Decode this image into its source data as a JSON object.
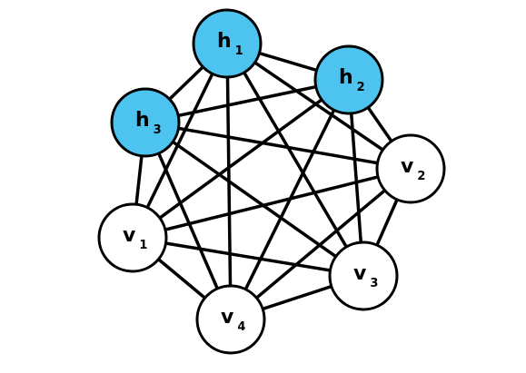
{
  "colors": {
    "hidden_fill": "#4cc4ef",
    "visible_fill": "#ffffff",
    "edge": "#000000",
    "outline": "#000000"
  },
  "nodes": [
    {
      "id": "h1",
      "letter": "h",
      "index": "1",
      "kind": "hidden"
    },
    {
      "id": "h2",
      "letter": "h",
      "index": "2",
      "kind": "hidden"
    },
    {
      "id": "h3",
      "letter": "h",
      "index": "3",
      "kind": "hidden"
    },
    {
      "id": "v1",
      "letter": "v",
      "index": "1",
      "kind": "visible"
    },
    {
      "id": "v2",
      "letter": "v",
      "index": "2",
      "kind": "visible"
    },
    {
      "id": "v3",
      "letter": "v",
      "index": "3",
      "kind": "visible"
    },
    {
      "id": "v4",
      "letter": "v",
      "index": "4",
      "kind": "visible"
    }
  ],
  "edges": [
    [
      "h1",
      "h2"
    ],
    [
      "h1",
      "h3"
    ],
    [
      "h1",
      "v1"
    ],
    [
      "h1",
      "v2"
    ],
    [
      "h1",
      "v3"
    ],
    [
      "h1",
      "v4"
    ],
    [
      "h2",
      "h3"
    ],
    [
      "h2",
      "v1"
    ],
    [
      "h2",
      "v2"
    ],
    [
      "h2",
      "v3"
    ],
    [
      "h2",
      "v4"
    ],
    [
      "h3",
      "v1"
    ],
    [
      "h3",
      "v2"
    ],
    [
      "h3",
      "v3"
    ],
    [
      "h3",
      "v4"
    ],
    [
      "v1",
      "v2"
    ],
    [
      "v1",
      "v3"
    ],
    [
      "v1",
      "v4"
    ],
    [
      "v2",
      "v3"
    ],
    [
      "v2",
      "v4"
    ],
    [
      "v3",
      "v4"
    ]
  ]
}
